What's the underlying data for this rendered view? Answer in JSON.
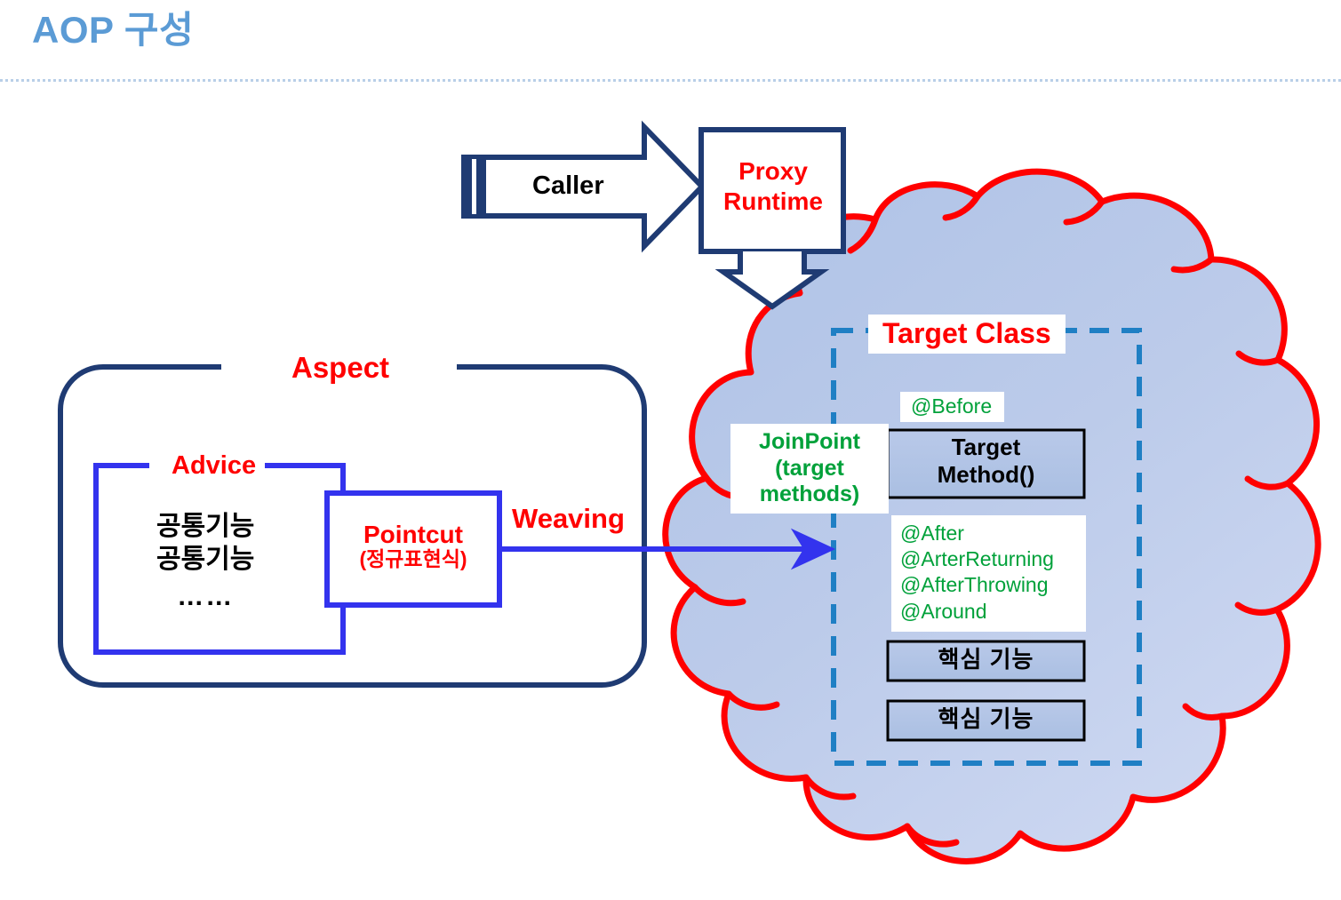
{
  "slide": {
    "title": "AOP 구성"
  },
  "colors": {
    "title_blue": "#5b9bd5",
    "navy": "#1f3b73",
    "red": "#ff0000",
    "blue": "#3333ee",
    "green": "#00a13a",
    "cloud_fill": "#b4c7e7",
    "cloud_outline": "#ff0000",
    "dashed_rect": "#1f7fc4",
    "box_fill": "#b4c7e7",
    "black": "#000000"
  },
  "caller_flow": {
    "caller_label": "Caller",
    "proxy_label_line1": "Proxy",
    "proxy_label_line2": "Runtime",
    "arrow_right_icon": "right-block-arrow-icon",
    "arrow_down_icon": "down-block-arrow-icon"
  },
  "aspect": {
    "label": "Aspect",
    "advice": {
      "label": "Advice",
      "items": [
        "공통기능",
        "공통기능"
      ],
      "ellipsis": "……"
    },
    "pointcut": {
      "line1": "Pointcut",
      "line2": "(정규표현식)"
    }
  },
  "weaving": {
    "label": "Weaving",
    "arrow_icon": "weaving-arrow-icon"
  },
  "cloud": {
    "joinpoint": {
      "line1": "JoinPoint",
      "line2": "(target",
      "line3": "methods)"
    },
    "target_class": {
      "label": "Target Class",
      "before_annotation": "@Before",
      "target_method_line1": "Target",
      "target_method_line2": "Method()",
      "after_annotations": [
        "@After",
        "@ArterReturning",
        "@AfterThrowing",
        "@Around"
      ],
      "core_functions": [
        "핵심 기능",
        "핵심 기능"
      ]
    }
  }
}
